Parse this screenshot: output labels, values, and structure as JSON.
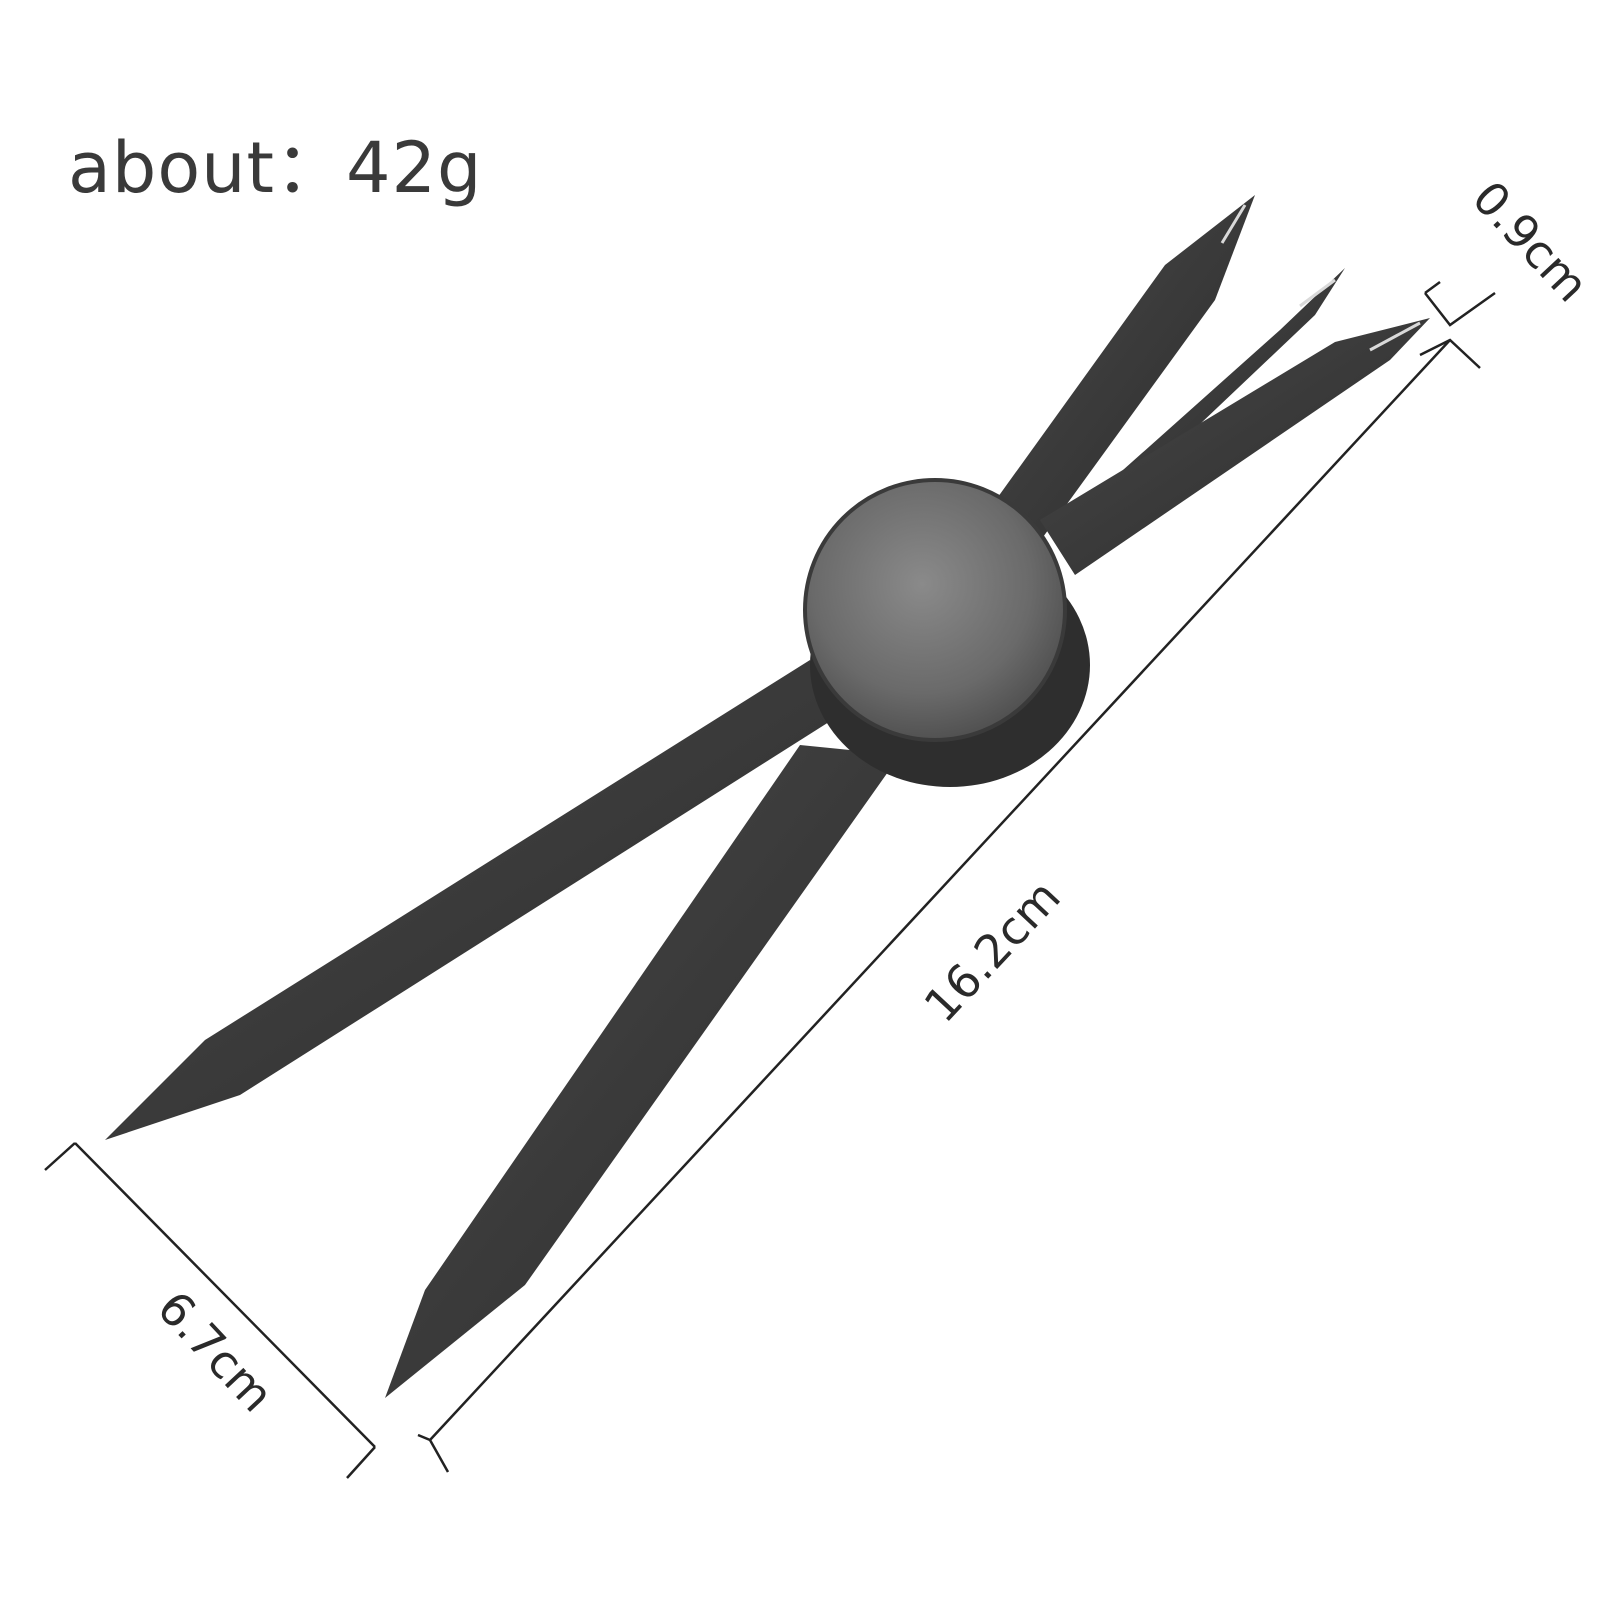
{
  "weight": {
    "text": "about：42g"
  },
  "dimensions": {
    "length": "16.2cm",
    "width": "0.9cm",
    "spread": "6.7cm"
  },
  "product": {
    "icon": "compass-divider-tool-icon",
    "color": "#3b3b3b",
    "hub_color": "#6f6f6f"
  }
}
